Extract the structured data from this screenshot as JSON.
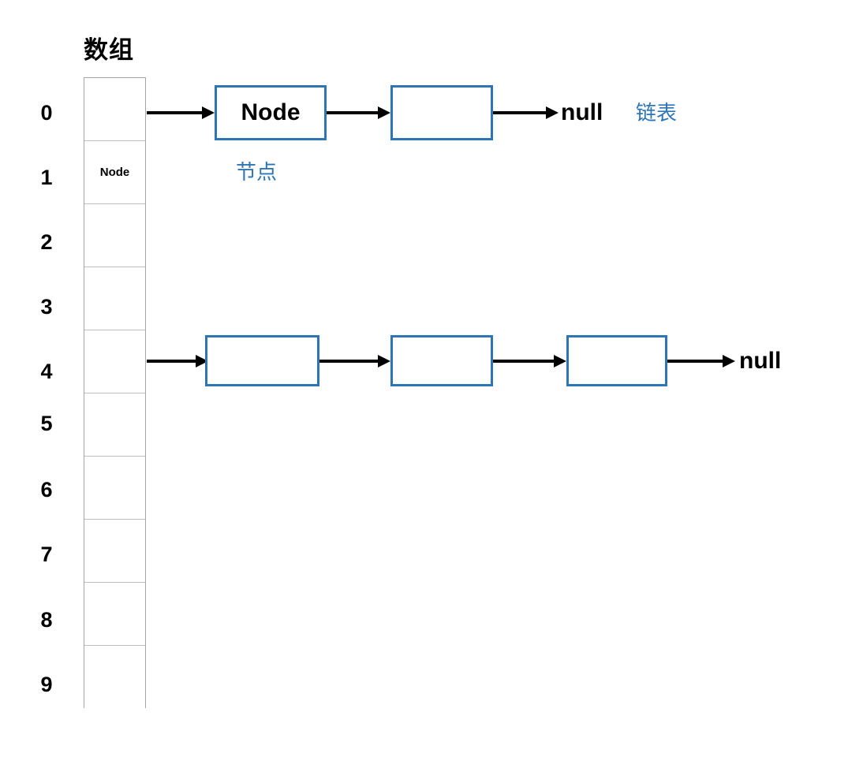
{
  "diagram": {
    "title": "数组",
    "background_color": "#ffffff",
    "accent_color": "#2e75b6",
    "line_color": "#000000",
    "cell_border_color": "#bfbfbf"
  },
  "array": {
    "label": "数组",
    "cells": [
      {
        "index": "0",
        "value": ""
      },
      {
        "index": "1",
        "value": "Node"
      },
      {
        "index": "2",
        "value": ""
      },
      {
        "index": "3",
        "value": ""
      },
      {
        "index": "4",
        "value": ""
      },
      {
        "index": "5",
        "value": ""
      },
      {
        "index": "6",
        "value": ""
      },
      {
        "index": "7",
        "value": ""
      },
      {
        "index": "8",
        "value": ""
      },
      {
        "index": "9",
        "value": ""
      }
    ]
  },
  "chains": [
    {
      "from_index": "0",
      "nodes": [
        {
          "value": "Node"
        },
        {
          "value": ""
        }
      ],
      "terminator": "null"
    },
    {
      "from_index": "4",
      "nodes": [
        {
          "value": ""
        },
        {
          "value": ""
        },
        {
          "value": ""
        }
      ],
      "terminator": "null"
    }
  ],
  "annotations": {
    "node_label": "节点",
    "linked_list_label": "链表"
  }
}
